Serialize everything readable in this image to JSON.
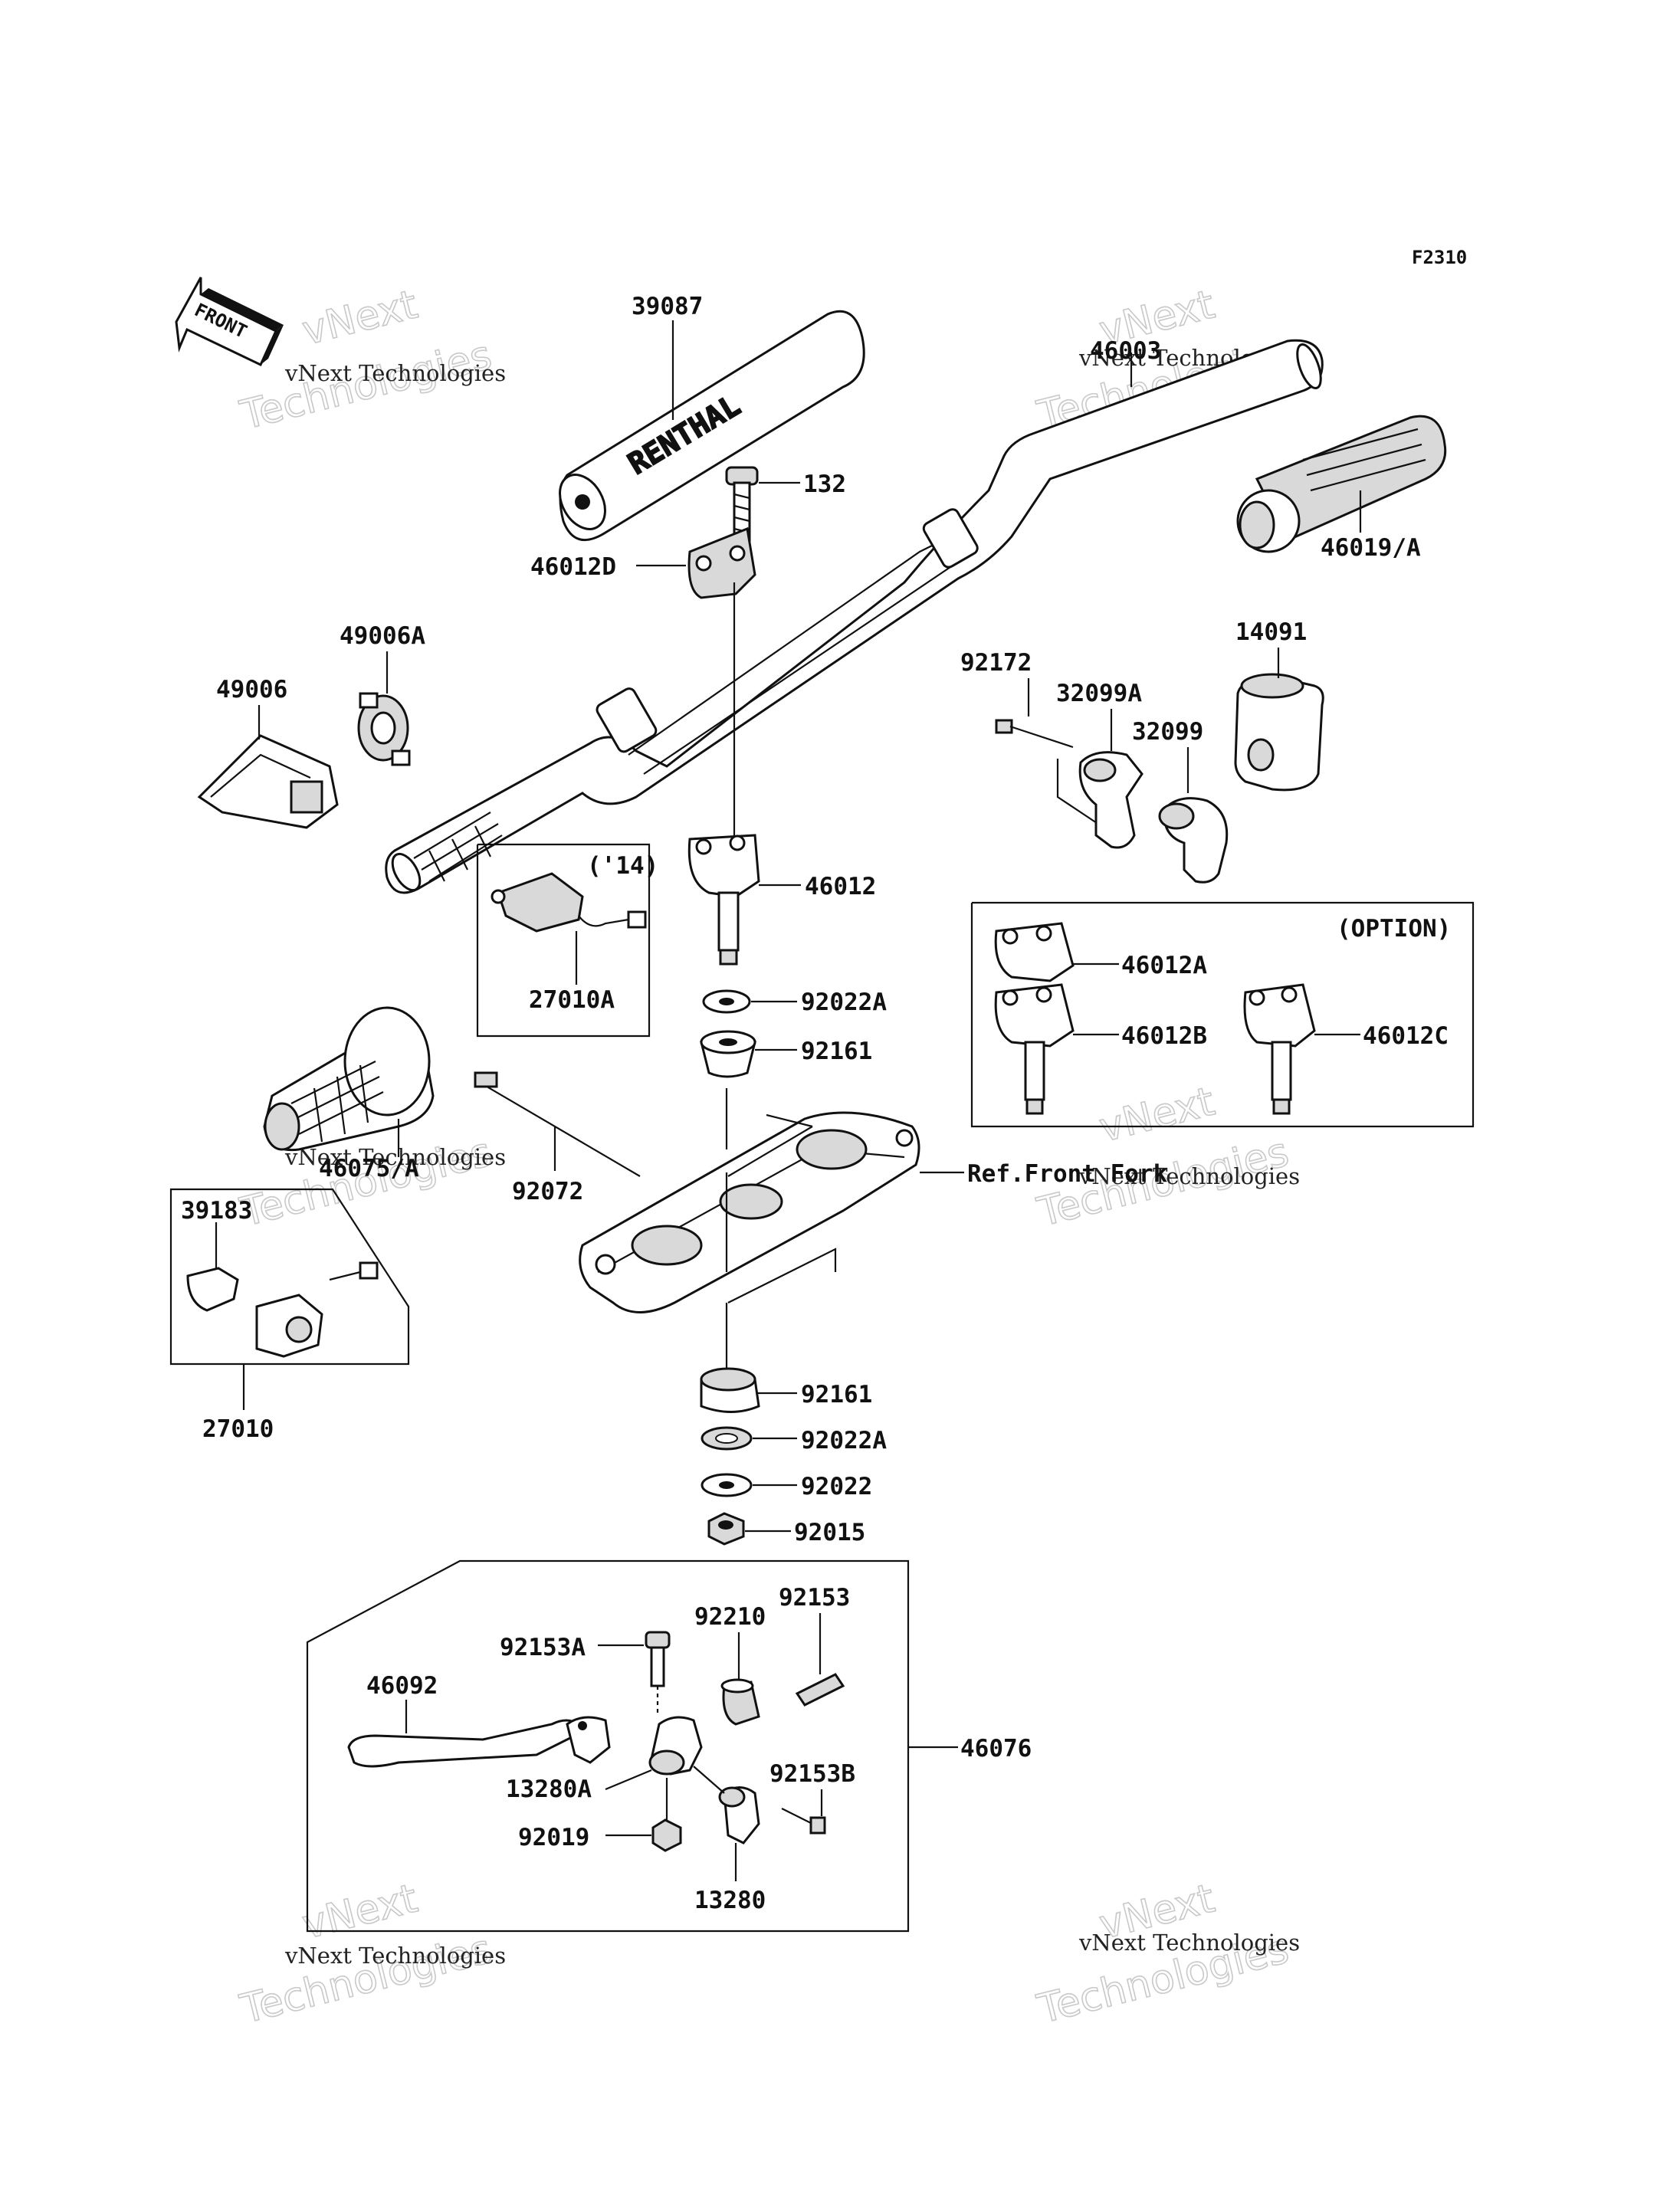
{
  "figure_code": "F2310",
  "front_arrow": "FRONT",
  "watermark": {
    "company": "vNext Technologies",
    "line1": "vNext",
    "line2": "Technologies"
  },
  "option_label": "(OPTION)",
  "year_label": "('14)",
  "ref_front_fork": "Ref.Front Fork",
  "parts": {
    "p39087": "39087",
    "p46003": "46003",
    "p132": "132",
    "p46012D": "46012D",
    "p46019A": "46019/A",
    "p49006A": "49006A",
    "p49006": "49006",
    "p92172": "92172",
    "p14091": "14091",
    "p32099A": "32099A",
    "p32099": "32099",
    "p46012": "46012",
    "p27010A": "27010A",
    "p46012A": "46012A",
    "p46012B": "46012B",
    "p46012C": "46012C",
    "p92022A_top": "92022A",
    "p92161_top": "92161",
    "p46075A": "46075/A",
    "p92072": "92072",
    "p39183": "39183",
    "p27010": "27010",
    "p92161_bot": "92161",
    "p92022A_bot": "92022A",
    "p92022": "92022",
    "p92015": "92015",
    "p92153": "92153",
    "p92153A": "92153A",
    "p92210": "92210",
    "p46092": "46092",
    "p46076": "46076",
    "p13280A": "13280A",
    "p92153B": "92153B",
    "p92019": "92019",
    "p13280": "13280"
  },
  "pad_brand": "RENTHAL"
}
